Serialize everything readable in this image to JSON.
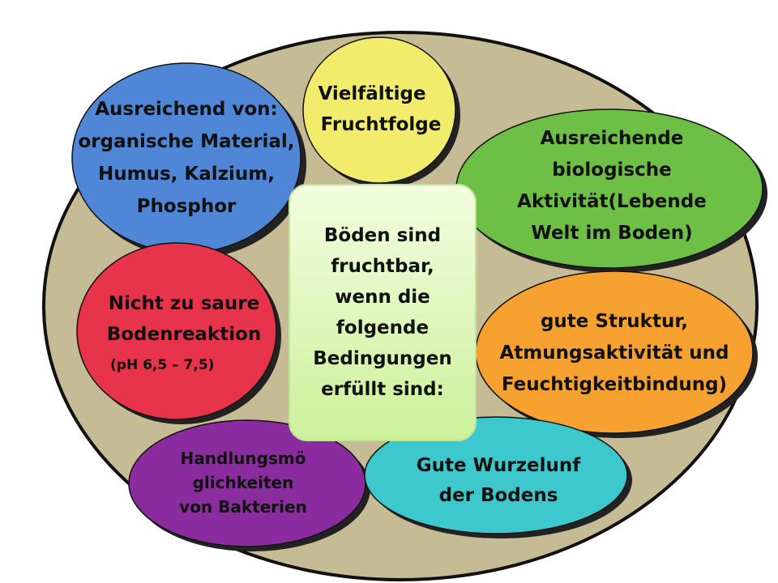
{
  "colors": {
    "background_ellipse": "#c5bc96",
    "blue": "#4f86d6",
    "yellow": "#f2ec6c",
    "green": "#6dbf45",
    "red": "#e8344b",
    "orange": "#f7a230",
    "purple": "#8a2ca0",
    "cyan": "#3cc8cc",
    "center": "#e0f9b8"
  },
  "center": {
    "lines": [
      "Böden sind",
      "fruchtbar,",
      "wenn die",
      "folgende",
      "Bedingungen",
      "erfüllt sind:"
    ]
  },
  "bubbles": {
    "nutrients": {
      "lines": [
        "Ausreichend von:",
        "organische Material,",
        "Humus, Kalzium,",
        "Phosphor"
      ]
    },
    "crop_rotation": {
      "lines": [
        "Vielfältige",
        "Fruchtfolge"
      ]
    },
    "biological": {
      "lines": [
        "Ausreichende",
        "biologische",
        "Aktivität(Lebende",
        "Welt im Boden)"
      ]
    },
    "acidity": {
      "lines": [
        "Nicht zu saure",
        "Bodenreaktion"
      ],
      "sub": "(pH 6,5 – 7,5)"
    },
    "structure": {
      "lines": [
        "gute Struktur,",
        "Atmungsaktivität und",
        "Feuchtigkeitbindung)"
      ]
    },
    "bacteria": {
      "lines": [
        "Handlungsmö",
        "glichkeiten",
        "von Bakterien"
      ]
    },
    "roots": {
      "lines": [
        "Gute Wurzelunf",
        "der Bodens"
      ]
    }
  }
}
